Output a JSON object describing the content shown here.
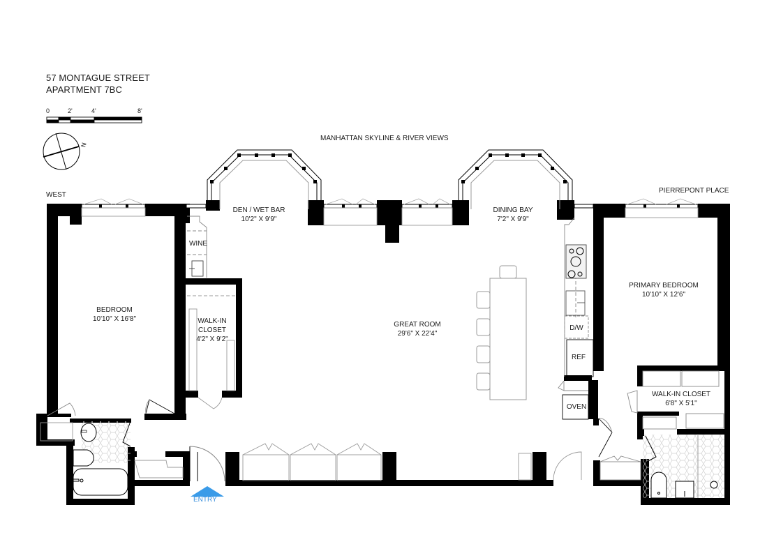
{
  "header": {
    "address": "57 MONTAGUE STREET",
    "unit": "APARTMENT 7BC"
  },
  "scale_bar": {
    "ticks": [
      "0",
      "2'",
      "4'",
      "8'"
    ]
  },
  "compass": {
    "north_label": "N"
  },
  "orientation_labels": {
    "top": "MANHATTAN SKYLINE & RIVER VIEWS",
    "left": "WEST",
    "right": "PIERREPONT PLACE"
  },
  "rooms": {
    "den": {
      "name": "DEN / WET BAR",
      "size": "10'2\" X 9'9\""
    },
    "dining": {
      "name": "DINING BAY",
      "size": "7'2\" X 9'9\""
    },
    "bedroom": {
      "name": "BEDROOM",
      "size": "10'10\" X 16'8\""
    },
    "walkin_closet": {
      "name1": "WALK-IN",
      "name2": "CLOSET",
      "size": "4'2\" X 9'2\""
    },
    "great_room": {
      "name": "GREAT ROOM",
      "size": "29'6\" X 22'4\""
    },
    "primary_bedroom": {
      "name": "PRIMARY BEDROOM",
      "size": "10'10\" X 12'6\""
    },
    "primary_closet": {
      "name": "WALK-IN CLOSET",
      "size": "6'8\" X 5'1\""
    }
  },
  "fixtures": {
    "wine": "WINE",
    "dishwasher": "D/W",
    "refrigerator": "REF",
    "oven": "OVEN"
  },
  "entry": {
    "label": "ENTRY",
    "color": "#3a9be8"
  },
  "colors": {
    "wall": "#000000",
    "fixture_line": "#9a9a9a",
    "tile": "#cfcfcf"
  }
}
